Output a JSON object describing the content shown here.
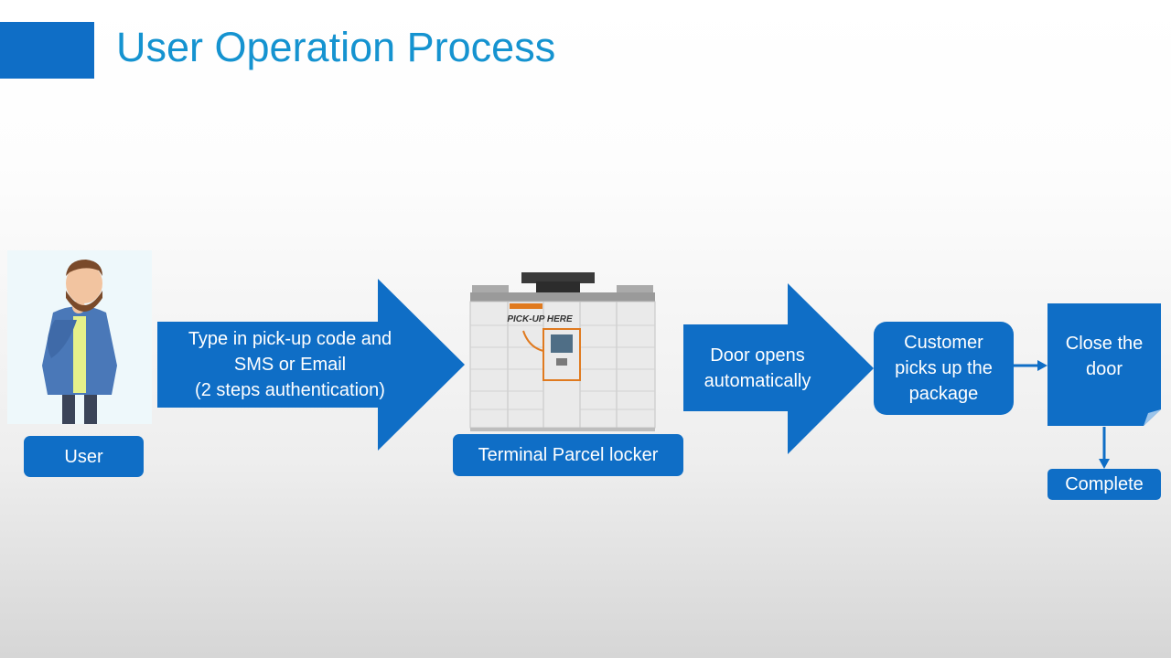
{
  "slide": {
    "title": "User Operation Process"
  },
  "diagram": {
    "user_label": "User",
    "step1_text": "Type in pick-up code and\nSMS or Email\n(2 steps authentication)",
    "locker_label": "Terminal Parcel locker",
    "locker_signage": "PICK-UP HERE",
    "step2_text": "Door opens\nautomatically",
    "step3_text": "Customer\npicks up the\npackage",
    "step4_text": "Close the\ndoor",
    "final_label": "Complete"
  },
  "colors": {
    "accent": "#0f6ec6",
    "title": "#1593d0",
    "locker_highlight": "#e07a1f"
  }
}
